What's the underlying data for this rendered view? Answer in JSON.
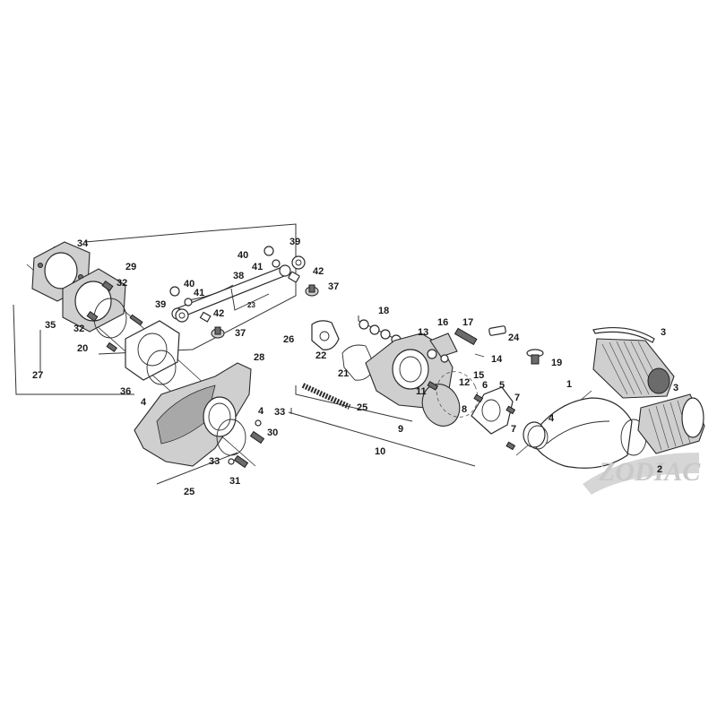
{
  "diagram": {
    "background": "#ffffff",
    "ink": "#2a2a2a",
    "watermark": {
      "text": "ZODIAC",
      "color": "#c9c9c9"
    },
    "callouts": {
      "c1": "1",
      "c2": "2",
      "c3a": "3",
      "c3b": "3",
      "c4a": "4",
      "c4b": "4",
      "c4c": "4",
      "c5": "5",
      "c6": "6",
      "c7a": "7",
      "c7b": "7",
      "c8": "8",
      "c9": "9",
      "c10": "10",
      "c11": "11",
      "c12": "12",
      "c13": "13",
      "c14": "14",
      "c15": "15",
      "c16": "16",
      "c17": "17",
      "c18": "18",
      "c19": "19",
      "c20": "20",
      "c21": "21",
      "c22": "22",
      "c23": "23",
      "c24": "24",
      "c25a": "25",
      "c25b": "25",
      "c26": "26",
      "c27": "27",
      "c28": "28",
      "c29": "29",
      "c30": "30",
      "c31": "31",
      "c32a": "32",
      "c32b": "32",
      "c33a": "33",
      "c33b": "33",
      "c34": "34",
      "c35": "35",
      "c36": "36",
      "c37a": "37",
      "c37b": "37",
      "c38": "38",
      "c39a": "39",
      "c39b": "39",
      "c40a": "40",
      "c40b": "40",
      "c41a": "41",
      "c41b": "41",
      "c42a": "42",
      "c42b": "42"
    }
  }
}
